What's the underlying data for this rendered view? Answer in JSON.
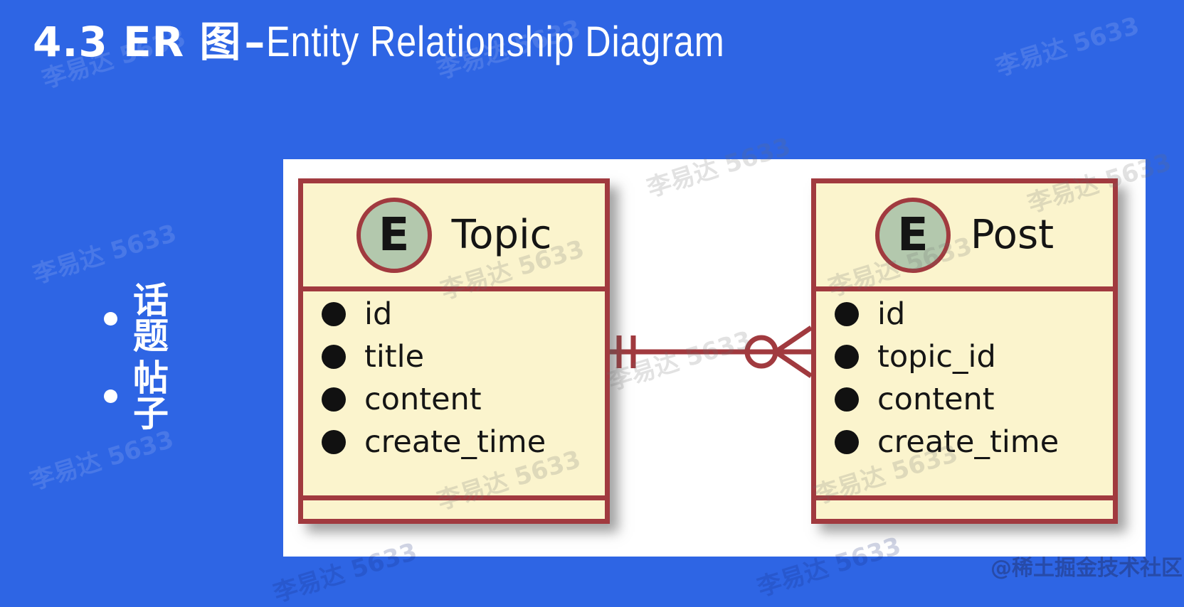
{
  "slide": {
    "title": {
      "zh": "4.3 ER 图",
      "dash": "–",
      "en": "Entity Relationship Diagram"
    },
    "bullets": [
      {
        "label": "话题"
      },
      {
        "label": "帖子"
      }
    ]
  },
  "diagram": {
    "entities": [
      {
        "stereotype": "E",
        "name": "Topic",
        "attributes": [
          "id",
          "title",
          "content",
          "create_time"
        ]
      },
      {
        "stereotype": "E",
        "name": "Post",
        "attributes": [
          "id",
          "topic_id",
          "content",
          "create_time"
        ]
      }
    ],
    "relationship": {
      "from": "Topic",
      "to": "Post",
      "type": "one-to-zero-or-many",
      "from_end_notation": "exactly-one (double bar)",
      "to_end_notation": "zero-or-many (circle + crow's foot)"
    }
  },
  "watermarks": {
    "repeat_text": "李易达 5633",
    "community": "@稀土掘金技术社区"
  },
  "colors": {
    "background": "#2e65e4",
    "entity_fill": "#fbf4cd",
    "entity_border": "#a13a3f",
    "stereotype_fill": "#b3c8ad",
    "text": "#141414",
    "title_text": "#ffffff"
  }
}
